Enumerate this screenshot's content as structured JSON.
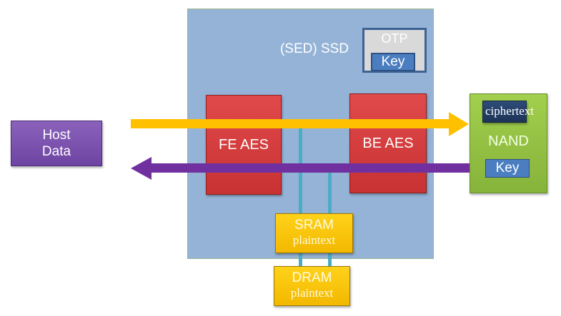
{
  "diagram": {
    "ssd": {
      "title": "(SED) SSD",
      "color": "#95b3d7"
    },
    "otp": {
      "label": "OTP",
      "key_label": "Key"
    },
    "host": {
      "label_line1": "Host",
      "label_line2": "Data",
      "color": "#7a52af"
    },
    "fe_aes": {
      "label": "FE AES",
      "color": "#d83c3c"
    },
    "be_aes": {
      "label": "BE AES",
      "color": "#d83c3c"
    },
    "nand": {
      "label": "NAND",
      "ciphertext_label": "ciphertext",
      "key_label": "Key",
      "color": "#96c145"
    },
    "sram": {
      "title": "SRAM",
      "subtitle": "plaintext",
      "color": "#ffc800"
    },
    "dram": {
      "title": "DRAM",
      "subtitle": "plaintext",
      "color": "#ffc800"
    },
    "flows": [
      {
        "name": "write-path",
        "from": "Host Data",
        "to": "NAND",
        "color": "#ffc000"
      },
      {
        "name": "read-path",
        "from": "NAND",
        "to": "Host Data",
        "color": "#7030a0"
      }
    ],
    "bus_color": "#4bacc6"
  }
}
